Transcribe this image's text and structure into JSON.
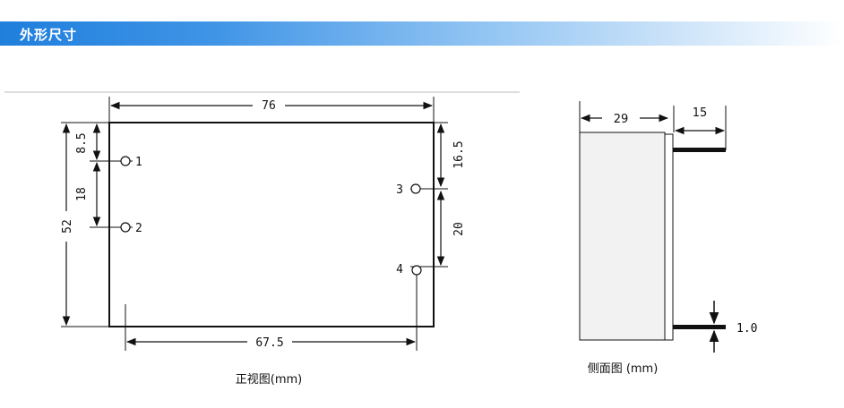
{
  "section": {
    "title": "外形尺寸"
  },
  "front_view": {
    "caption": "正视图(mm)",
    "width": "76",
    "height": "52",
    "pin_pitch_bottom": "67.5",
    "pin1_offset": "8.5",
    "pin12_spacing": "18",
    "pin3_offset": "16.5",
    "pin34_spacing": "20",
    "pins": [
      "1",
      "2",
      "3",
      "4"
    ]
  },
  "side_view": {
    "caption": "侧面图 (mm)",
    "depth": "29",
    "pin_length": "15",
    "pin_thickness": "1.0"
  }
}
